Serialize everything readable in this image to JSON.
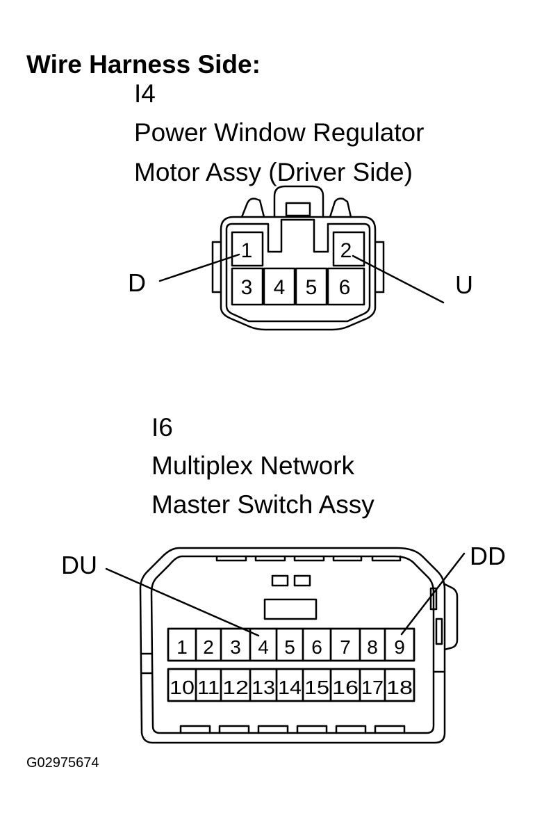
{
  "heading": "Wire Harness Side:",
  "connectors": [
    {
      "code": "I4",
      "name_line1": "Power Window Regulator",
      "name_line2": "Motor Assy (Driver Side)",
      "pins_row1": [
        "1",
        "2"
      ],
      "pins_row2": [
        "3",
        "4",
        "5",
        "6"
      ],
      "callouts": [
        {
          "label": "D",
          "pin": "1"
        },
        {
          "label": "U",
          "pin": "2"
        }
      ]
    },
    {
      "code": "I6",
      "name_line1": "Multiplex Network",
      "name_line2": "Master Switch Assy",
      "pins_row1": [
        "1",
        "2",
        "3",
        "4",
        "5",
        "6",
        "7",
        "8",
        "9"
      ],
      "pins_row2": [
        "10",
        "11",
        "12",
        "13",
        "14",
        "15",
        "16",
        "17",
        "18"
      ],
      "callouts": [
        {
          "label": "DU",
          "pin": "4"
        },
        {
          "label": "DD",
          "pin": "9"
        }
      ]
    }
  ],
  "figure_code": "G02975674"
}
